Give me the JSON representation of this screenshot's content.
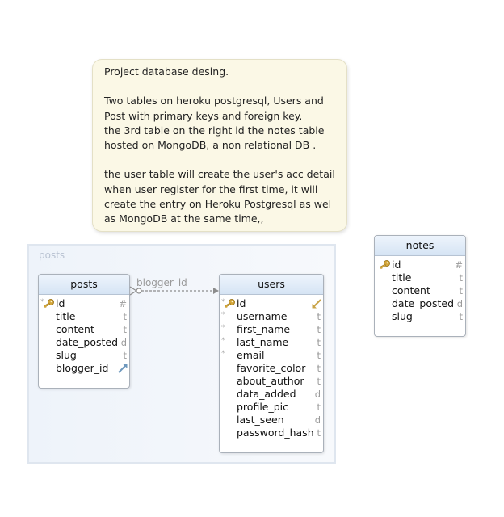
{
  "note": {
    "lines": [
      "Project database desing.",
      "",
      "Two tables on heroku postgresql, Users and",
      "Post with primary keys and foreign key.",
      "the 3rd table on the right id the notes table",
      "hosted on MongoDB, a non relational DB .",
      "",
      "the user table will create the user's acc detail",
      "when user register for the first time, it will",
      "create the entry on Heroku Postgresql as wel",
      "as MongoDB at the same time,,"
    ]
  },
  "group": {
    "label": "posts"
  },
  "relationship": {
    "label": "blogger_id"
  },
  "tables": {
    "posts": {
      "title": "posts",
      "fields": [
        {
          "name": "id",
          "type": "#",
          "primary_key": true,
          "required": true
        },
        {
          "name": "title",
          "type": "t"
        },
        {
          "name": "content",
          "type": "t"
        },
        {
          "name": "date_posted",
          "type": "d"
        },
        {
          "name": "slug",
          "type": "t"
        },
        {
          "name": "blogger_id",
          "type": "",
          "foreign_key": true
        }
      ]
    },
    "users": {
      "title": "users",
      "fields": [
        {
          "name": "id",
          "type": "",
          "primary_key": true,
          "required": true,
          "referenced": true
        },
        {
          "name": "username",
          "type": "t",
          "required": true
        },
        {
          "name": "first_name",
          "type": "t",
          "required": true
        },
        {
          "name": "last_name",
          "type": "t",
          "required": true
        },
        {
          "name": "email",
          "type": "t",
          "required": true
        },
        {
          "name": "favorite_color",
          "type": "t"
        },
        {
          "name": "about_author",
          "type": "t"
        },
        {
          "name": "data_added",
          "type": "d"
        },
        {
          "name": "profile_pic",
          "type": "t"
        },
        {
          "name": "last_seen",
          "type": "d"
        },
        {
          "name": "password_hash",
          "type": "t"
        }
      ]
    },
    "notes": {
      "title": "notes",
      "fields": [
        {
          "name": "id",
          "type": "#",
          "primary_key": true
        },
        {
          "name": "title",
          "type": "t"
        },
        {
          "name": "content",
          "type": "t"
        },
        {
          "name": "date_posted",
          "type": "d"
        },
        {
          "name": "slug",
          "type": "t"
        }
      ]
    }
  },
  "colors": {
    "header_top": "#eef4fc",
    "header_bottom": "#d6e4f4",
    "note_background": "#fbf8e6",
    "key_icon": "#d4a73a",
    "foreign_key_arrow": "#6e98bd",
    "reference_arrow": "#c9a449",
    "relationship_line": "#8c8c8c"
  }
}
